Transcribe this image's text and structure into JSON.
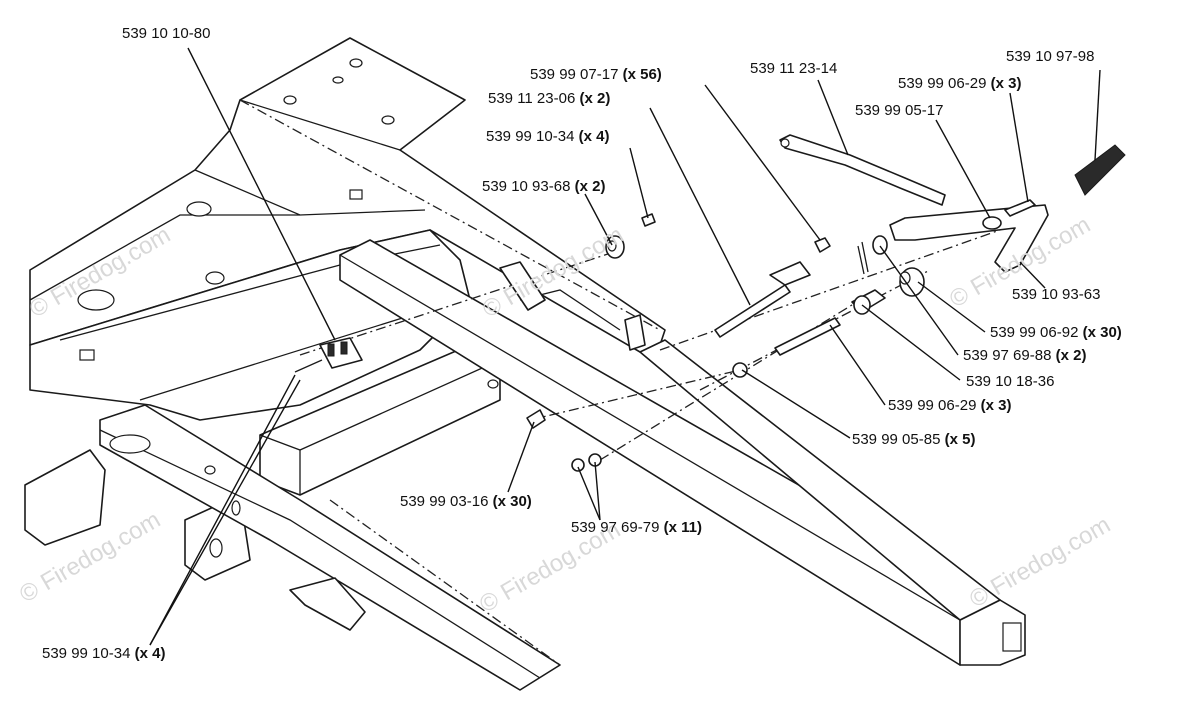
{
  "watermark": "© Firedog.com",
  "callouts": [
    {
      "id": "c01",
      "part": "539 10 10-80",
      "qty": ""
    },
    {
      "id": "c02",
      "part": "539 99 07-17",
      "qty": "(x 56)"
    },
    {
      "id": "c03",
      "part": "539 11 23-06",
      "qty": "(x 2)"
    },
    {
      "id": "c04",
      "part": "539 99 10-34",
      "qty": "(x 4)"
    },
    {
      "id": "c05",
      "part": "539 10 93-68",
      "qty": "(x 2)"
    },
    {
      "id": "c06",
      "part": "539 11 23-14",
      "qty": ""
    },
    {
      "id": "c07",
      "part": "539 10 97-98",
      "qty": ""
    },
    {
      "id": "c08",
      "part": "539 99 06-29",
      "qty": "(x 3)"
    },
    {
      "id": "c09",
      "part": "539 99 05-17",
      "qty": ""
    },
    {
      "id": "c10",
      "part": "539 10 93-63",
      "qty": ""
    },
    {
      "id": "c11",
      "part": "539 99 06-92",
      "qty": "(x 30)"
    },
    {
      "id": "c12",
      "part": "539 97 69-88",
      "qty": "(x 2)"
    },
    {
      "id": "c13",
      "part": "539 10 18-36",
      "qty": ""
    },
    {
      "id": "c14",
      "part": "539 99 06-29",
      "qty": "(x 3)"
    },
    {
      "id": "c15",
      "part": "539 99 05-85",
      "qty": "(x 5)"
    },
    {
      "id": "c16",
      "part": "539 99 03-16",
      "qty": "(x 30)"
    },
    {
      "id": "c17",
      "part": "539 97 69-79",
      "qty": "(x 11)"
    },
    {
      "id": "c18",
      "part": "539 99 10-34",
      "qty": "(x 4)"
    }
  ]
}
